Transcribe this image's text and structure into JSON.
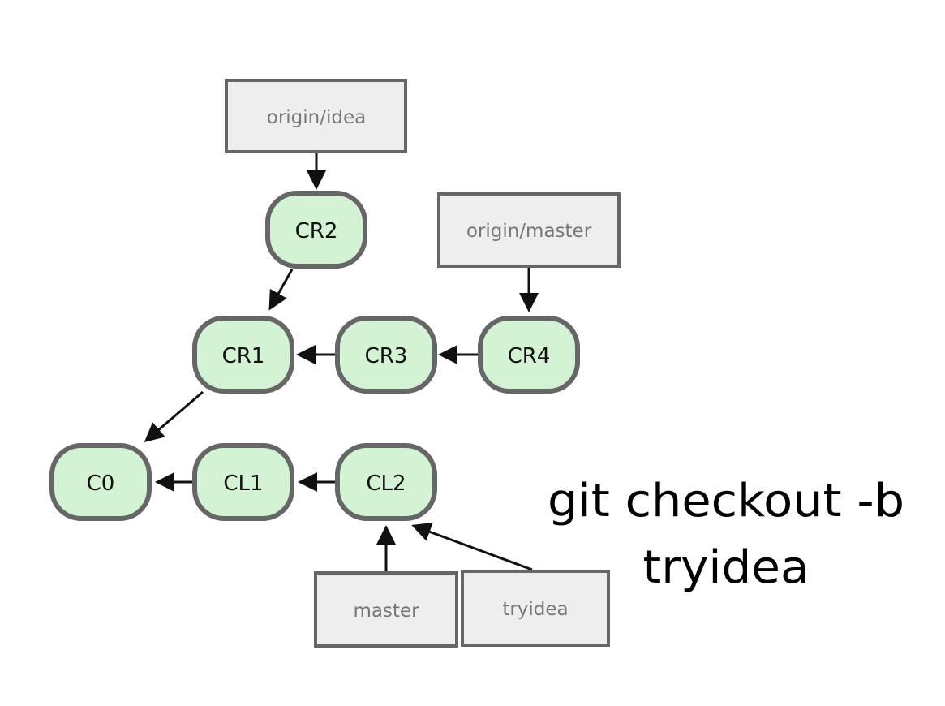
{
  "commits": {
    "CR2": "CR2",
    "CR1": "CR1",
    "CR3": "CR3",
    "CR4": "CR4",
    "C0": "C0",
    "CL1": "CL1",
    "CL2": "CL2"
  },
  "refs": {
    "origin_idea": "origin/idea",
    "origin_master": "origin/master",
    "master": "master",
    "tryidea": "tryidea"
  },
  "caption": {
    "line1": "git checkout -b",
    "line2": "tryidea"
  },
  "edges": [
    {
      "from": "origin/idea",
      "to": "CR2"
    },
    {
      "from": "origin/master",
      "to": "CR4"
    },
    {
      "from": "CR2",
      "to": "CR1"
    },
    {
      "from": "CR3",
      "to": "CR1"
    },
    {
      "from": "CR4",
      "to": "CR3"
    },
    {
      "from": "CR1",
      "to": "C0"
    },
    {
      "from": "CL1",
      "to": "C0"
    },
    {
      "from": "CL2",
      "to": "CL1"
    },
    {
      "from": "master",
      "to": "CL2"
    },
    {
      "from": "tryidea",
      "to": "CL2"
    }
  ],
  "colors": {
    "commit_fill": "#d4f2d4",
    "commit_stroke": "#666666",
    "ref_fill": "#eeeeee",
    "ref_stroke": "#666666",
    "ref_text": "#777777"
  }
}
